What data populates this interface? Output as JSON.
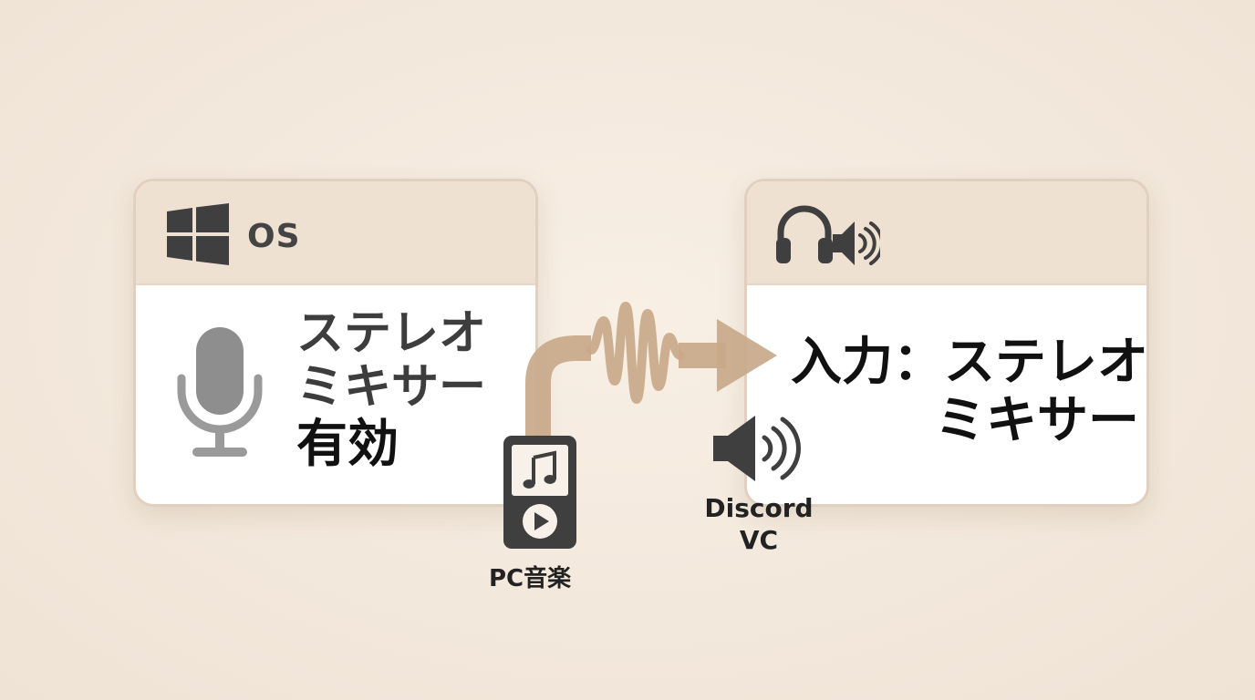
{
  "os_card": {
    "header_label": "OS",
    "header_icon": "windows-icon",
    "mic_icon": "microphone-icon",
    "lines": [
      "ステレオ",
      "ミキサー",
      "有効"
    ]
  },
  "app_card": {
    "header_icons": [
      "headphones-icon",
      "speaker-icon"
    ],
    "lines": [
      "入力：ステレオ",
      "ミキサー"
    ]
  },
  "music_source": {
    "icon": "music-player-icon",
    "label": "PC音楽"
  },
  "discord_output": {
    "icon": "speaker-icon",
    "label_line1": "Discord",
    "label_line2": "VC"
  },
  "colors": {
    "background": "#f3e8dc",
    "card_header": "#efe1d2",
    "card_border": "#e1d0c0",
    "flow_arrow": "#c8a98a",
    "icon_dark": "#3f3f3f",
    "icon_gray": "#8e8e8e"
  }
}
